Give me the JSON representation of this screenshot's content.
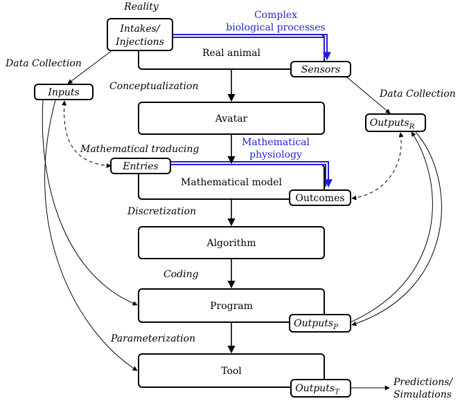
{
  "nodes": {
    "intakes_line1": "Intakes/",
    "intakes_line2": "Injections",
    "real_animal": "Real animal",
    "sensors": "Sensors",
    "inputs": "Inputs",
    "avatar": "Avatar",
    "outputs_r_main": "Outputs",
    "outputs_r_sub": "R",
    "entries": "Entries",
    "mathematical_model": "Mathematical model",
    "outcomes": "Outcomes",
    "algorithm": "Algorithm",
    "program": "Program",
    "outputs_p_main": "Outputs",
    "outputs_p_sub": "P",
    "tool": "Tool",
    "outputs_t_main": "Outputs",
    "outputs_t_sub": "T",
    "predictions_line1": "Predictions/",
    "predictions_line2": "Simulations"
  },
  "labels": {
    "reality": "Reality",
    "complex_line1": "Complex",
    "complex_line2": "biological processes",
    "data_collection_left": "Data Collection",
    "conceptualization": "Conceptualization",
    "data_collection_right": "Data Collection",
    "mathematical_traducing": "Mathematical traducing",
    "math_phys_line1": "Mathematical",
    "math_phys_line2": "physiology",
    "discretization": "Discretization",
    "coding": "Coding",
    "parameterization": "Parameterization"
  },
  "colors": {
    "accent_blue": "#1f1fd6",
    "stroke": "#000000",
    "background": "#ffffff"
  }
}
